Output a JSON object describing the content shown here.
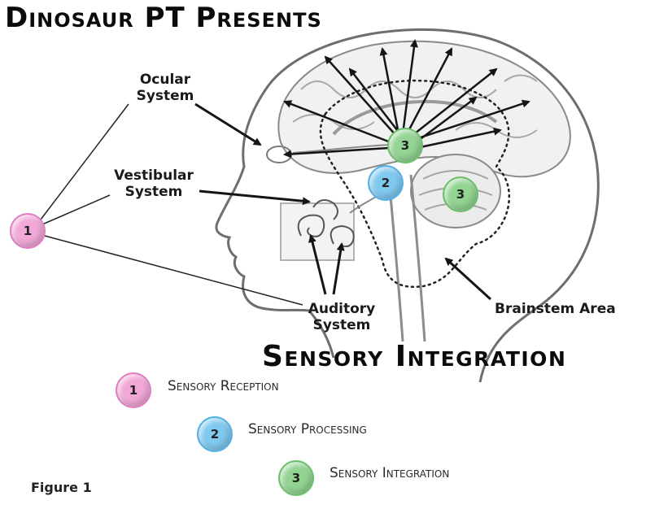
{
  "header": {
    "title": "Dinosaur PT Presents"
  },
  "diagram": {
    "title": "Sensory Integration",
    "labels": {
      "ocular": "Ocular\nSystem",
      "vestibular": "Vestibular\nSystem",
      "auditory": "Auditory\nSystem",
      "brainstem": "Brainstem Area"
    },
    "markers": {
      "reception": "1",
      "processing": "2",
      "integration_top": "3",
      "integration_cerebellum": "3"
    }
  },
  "legend": {
    "items": [
      {
        "number": "1",
        "label": "Sensory Reception",
        "color": "#f2a8d6"
      },
      {
        "number": "2",
        "label": "Sensory Processing",
        "color": "#7fc9ef"
      },
      {
        "number": "3",
        "label": "Sensory Integration",
        "color": "#93d493"
      }
    ]
  },
  "caption": "Figure 1",
  "colors": {
    "reception": "#f2a8d6",
    "processing": "#7fc9ef",
    "integration": "#93d493"
  }
}
